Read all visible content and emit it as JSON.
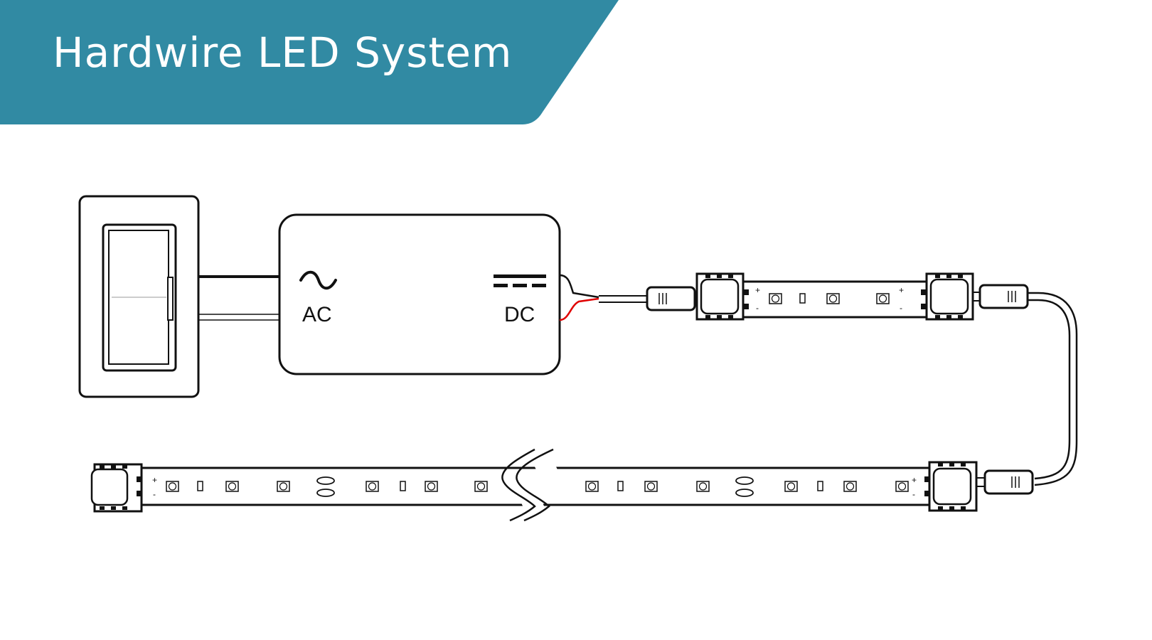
{
  "header": {
    "title": "Hardwire LED System",
    "background_color": "#318aa3",
    "text_color": "#ffffff"
  },
  "diagram": {
    "power_supply": {
      "input_label": "AC",
      "output_label": "DC",
      "input_symbol": "ac-sine-icon",
      "output_symbol": "dc-symbol-icon"
    },
    "wires": {
      "positive_color": "#e00000",
      "negative_color": "#111111"
    },
    "polarity": {
      "plus": "+",
      "minus": "-"
    }
  }
}
